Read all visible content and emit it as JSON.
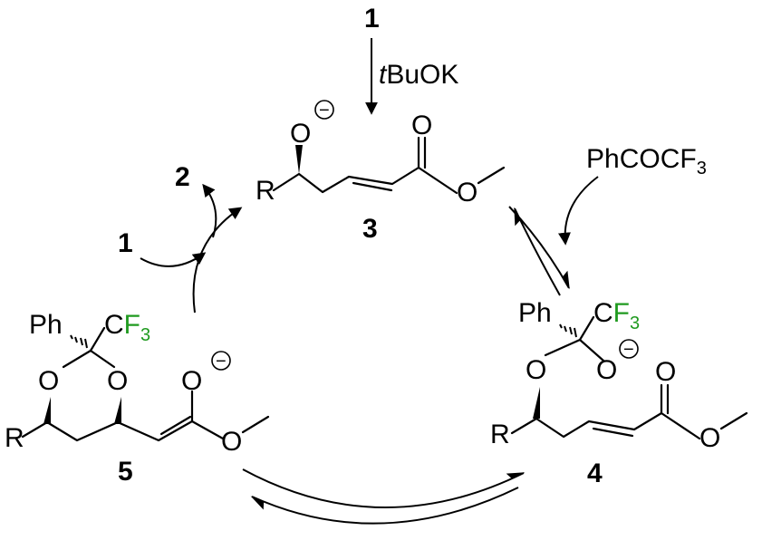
{
  "colors": {
    "oxygen": "#e8112d",
    "fluorine": "#1f9a1f",
    "carbon": "#000000"
  },
  "reagents": {
    "top_reactant": "1",
    "base": "tBuOK",
    "base_italic_prefix": "t",
    "base_rest": "BuOK",
    "ketone": "PhCOCF",
    "ketone_subscript": "3",
    "recycled_reactant": "1",
    "released_product": "2"
  },
  "compounds": {
    "c3": {
      "number": "3",
      "r_group": "R",
      "oxygen_atoms": [
        "O",
        "O",
        "O"
      ],
      "charge": "−"
    },
    "c4": {
      "number": "4",
      "r_group": "R",
      "phenyl": "Ph",
      "cf_prefix": "C",
      "fluorine": "F",
      "cf_subscript": "3",
      "oxygen_atoms": [
        "O",
        "O",
        "O",
        "O"
      ],
      "charge": "−"
    },
    "c5": {
      "number": "5",
      "r_group": "R",
      "phenyl": "Ph",
      "cf_prefix": "C",
      "fluorine": "F",
      "cf_subscript": "3",
      "oxygen_atoms": [
        "O",
        "O",
        "O",
        "O"
      ],
      "charge": "−"
    }
  }
}
